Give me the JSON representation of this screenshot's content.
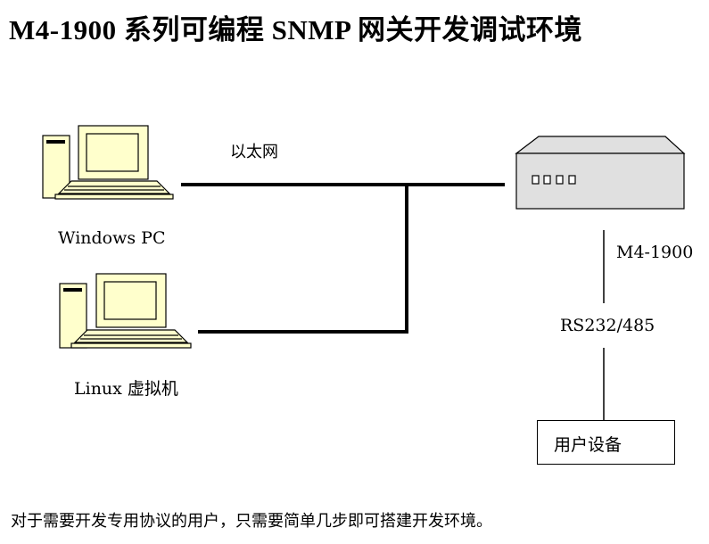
{
  "title": "M4-1900 系列可编程 SNMP 网关开发调试环境",
  "diagram": {
    "ethernet_label": "以太网",
    "windows_label": "Windows PC",
    "linux_label": "Linux  虚拟机",
    "device_label": "M4-1900",
    "serial_label": "RS232/485",
    "user_device_label": "用户设备"
  },
  "footer": "对于需要开发专用协议的用户，只需要简单几步即可搭建开发环境。",
  "colors": {
    "computer_fill": "#ffffcc",
    "device_fill": "#e0e0e0",
    "line": "#000000"
  }
}
